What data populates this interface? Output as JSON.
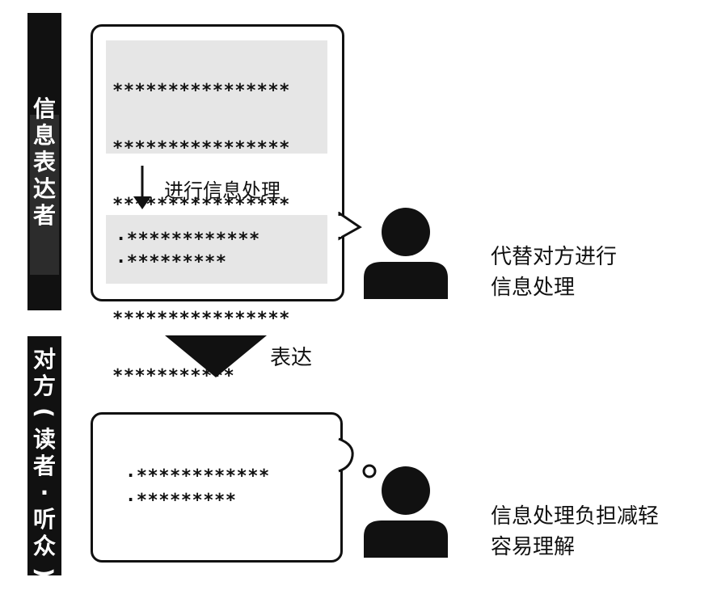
{
  "speaker_label": [
    "信",
    "息",
    "表",
    "达",
    "者"
  ],
  "listener_label": [
    "对",
    "方",
    "(",
    "读",
    "者",
    "·",
    "听",
    "众",
    ")"
  ],
  "top_bubble": {
    "raw_lines": [
      "****************",
      "****************",
      "****************",
      "****************",
      "****************",
      "***********"
    ],
    "process_label": "进行信息处理",
    "summary_lines": [
      "·************",
      "·*********"
    ]
  },
  "speaker_caption": [
    "代替对方进行",
    "信息处理"
  ],
  "express_label": "表达",
  "bottom_bubble": {
    "summary_lines": [
      "·************",
      "·*********"
    ]
  },
  "listener_caption": [
    "信息处理负担减轻",
    "容易理解"
  ]
}
